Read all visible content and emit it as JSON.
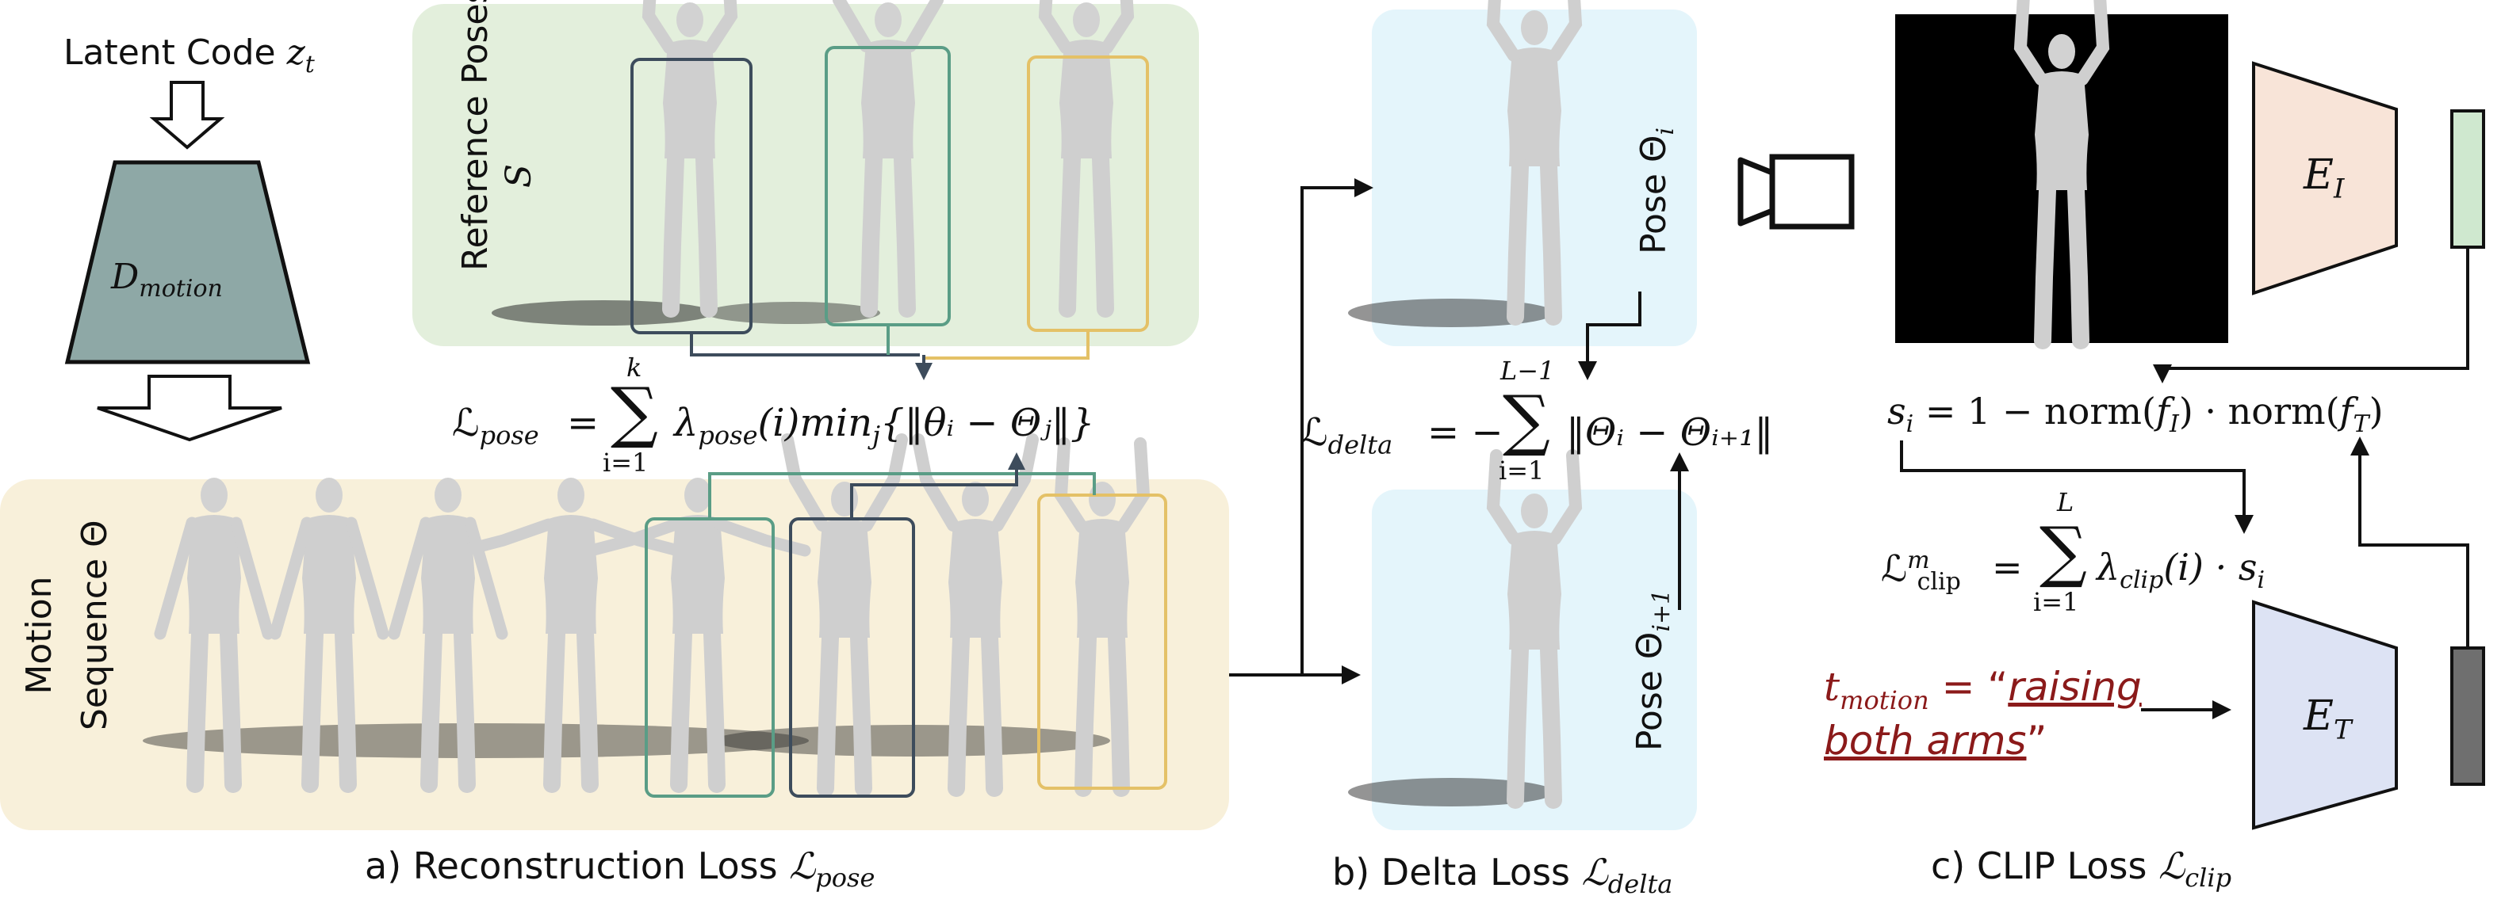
{
  "colors": {
    "green_panel": "#e3efdc",
    "yellow_panel": "#f8f0da",
    "blue_panel": "#e4f5fb",
    "decoder_fill": "#8ea8a6",
    "image_encoder_fill": "#f8e4d8",
    "text_encoder_fill": "#dde3f4",
    "green_feature": "#cfe8cf",
    "gray_feature": "#6f6f6f",
    "box_dark": "#3d4c5c",
    "box_teal": "#5a9d86",
    "box_yellow": "#e4c167",
    "text_red": "#8b1a1a",
    "figure_gray": "#cfcfcf",
    "render_bg": "#000000"
  },
  "icons": {
    "camera": "camera-icon",
    "arrow": "block-arrow-icon"
  },
  "left": {
    "latent_label_prefix": "Latent Code ",
    "latent_symbol": "z",
    "latent_sub": "t",
    "decoder_symbol": "D",
    "decoder_sub": "motion"
  },
  "panel_a": {
    "ref_label_line1": "Reference Poses",
    "ref_label_symbol": "S",
    "motion_label_line1": "Motion",
    "motion_label_line2": "Sequence Θ",
    "pose_loss": {
      "lhs": "ℒ",
      "lhs_sub": "pose",
      "equals": "=",
      "sum": "∑",
      "sum_top": "k",
      "sum_bottom": "i=1",
      "body": "λ",
      "body_sub": "pose",
      "body_rest": "(i)min",
      "min_sub": "j",
      "norm": "{‖θᵢ − Θⱼ‖}"
    },
    "caption_prefix": "a) Reconstruction Loss ",
    "caption_symbol": "ℒ",
    "caption_sub": "pose"
  },
  "panel_b": {
    "pose_top_prefix": "Pose ",
    "pose_top_symbol": "Θ",
    "pose_top_sub": "i",
    "pose_bottom_prefix": "Pose ",
    "pose_bottom_symbol": "Θ",
    "pose_bottom_sub": "i+1",
    "delta_loss": {
      "lhs": "ℒ",
      "lhs_sub": "delta",
      "equals": "= −",
      "sum": "∑",
      "sum_top": "L−1",
      "sum_bottom": "i=1",
      "body": "‖Θᵢ − Θᵢ₊₁‖"
    },
    "caption_prefix": "b) Delta Loss ",
    "caption_symbol": "ℒ",
    "caption_sub": "delta"
  },
  "panel_c": {
    "image_encoder_symbol": "E",
    "image_encoder_sub": "I",
    "text_encoder_symbol": "E",
    "text_encoder_sub": "T",
    "similarity": {
      "lhs": "s",
      "lhs_sub": "i",
      "rest": " = 1 − norm(",
      "f1": "f",
      "f1_sub": "I",
      "mid": ") · norm(",
      "f2": "f",
      "f2_sub": "T",
      "end": ")"
    },
    "clip_loss": {
      "lhs": "ℒ",
      "lhs_sup": "m",
      "lhs_sub": "clip",
      "equals": "=",
      "sum": "∑",
      "sum_top": "L",
      "sum_bottom": "i=1",
      "body": "λ",
      "body_sub": "clip",
      "body_rest": "(i) · s",
      "s_sub": "i"
    },
    "prompt_symbol": "t",
    "prompt_sub": "motion",
    "prompt_eq": " = “",
    "prompt_line1": "raising",
    "prompt_line2": "both arms",
    "prompt_close": "”",
    "caption_prefix": "c) CLIP Loss ",
    "caption_symbol": "ℒ",
    "caption_sub": "clip"
  }
}
